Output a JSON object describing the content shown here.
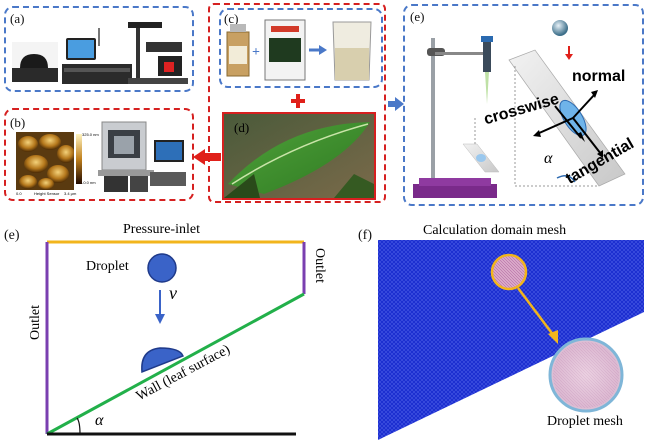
{
  "panels": {
    "a": {
      "label": "(a)"
    },
    "b": {
      "label": "(b)"
    },
    "c": {
      "label": "(c)"
    },
    "d": {
      "label": "(d)"
    },
    "e_top": {
      "label": "(e)"
    },
    "e_bottom": {
      "label": "(e)"
    },
    "f": {
      "label": "(f)"
    }
  },
  "afm_scale": {
    "top_value": "325.0 nm",
    "bottom_value": "-0.0 nm",
    "axis_left": "0.0",
    "axis_mid": "Height Sensor",
    "axis_right": "3.4 μm"
  },
  "experiment": {
    "normal": "normal",
    "crosswise": "crosswise",
    "tangential": "tangential",
    "alpha": "α"
  },
  "cfd_domain": {
    "top_boundary": "Pressure-inlet",
    "left_boundary": "Outlet",
    "right_boundary": "Outlet",
    "droplet_label": "Droplet",
    "velocity_symbol": "v",
    "wall_label": "Wall (leaf surface)",
    "alpha": "α"
  },
  "mesh": {
    "title": "Calculation domain mesh",
    "zoom_label": "Droplet mesh"
  },
  "colors": {
    "blue_dash": "#4a78c8",
    "red_dash": "#d62020",
    "inlet": "#f2b51c",
    "outlet": "#7a3fb0",
    "wall": "#22b04a",
    "droplet": "#3a63c8",
    "mesh": "#1d2fd0"
  }
}
